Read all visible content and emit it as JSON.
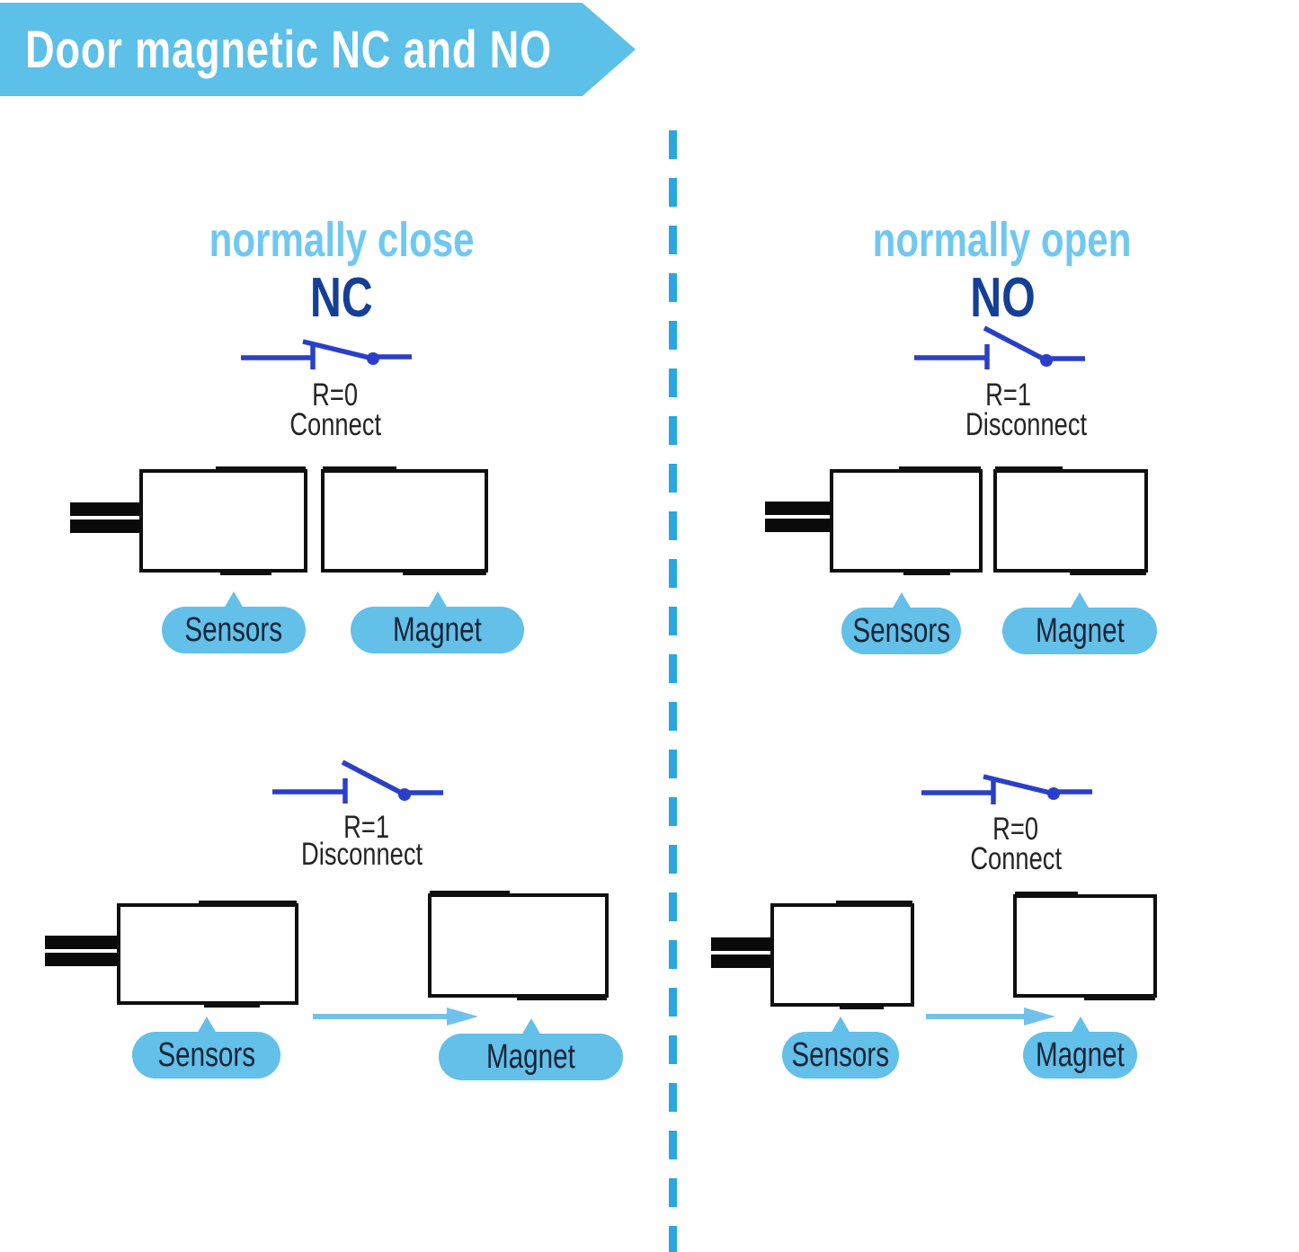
{
  "banner": {
    "title": "Door magnetic NC and NO"
  },
  "labels": {
    "sensors": "Sensors",
    "magnet": "Magnet"
  },
  "columns": {
    "nc": {
      "heading": "normally close",
      "abbr": "NC",
      "scenarios": {
        "together": {
          "resistance": "R=0",
          "state": "Connect",
          "switch": "closed"
        },
        "apart": {
          "resistance": "R=1",
          "state": "Disconnect",
          "switch": "open"
        }
      }
    },
    "no": {
      "heading": "normally open",
      "abbr": "NO",
      "scenarios": {
        "together": {
          "resistance": "R=1",
          "state": "Disconnect",
          "switch": "open"
        },
        "apart": {
          "resistance": "R=0",
          "state": "Connect",
          "switch": "closed"
        }
      }
    }
  },
  "colors": {
    "banner_blue": "#5cc0e8",
    "divider_blue": "#29a7e0",
    "heading_light_blue": "#70c8f1",
    "abbr_navy": "#143f96",
    "switch_blue": "#2a3fc9",
    "pill_blue": "#62c0e9",
    "arrow_blue": "#70c2ec",
    "text_dark": "#242424",
    "pill_text": "#152436",
    "device_outline": "#0f0f0f"
  }
}
